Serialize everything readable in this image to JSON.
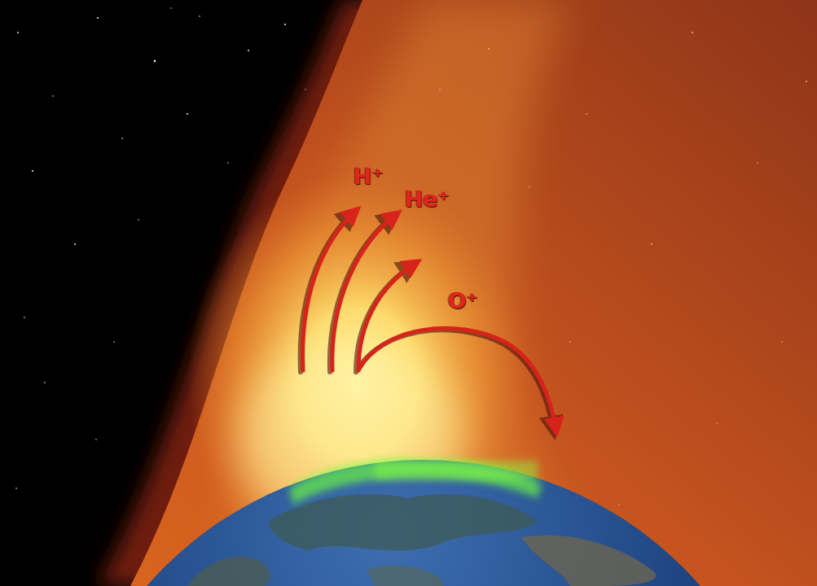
{
  "diagram": {
    "labels": [
      "H⁺",
      "He⁺",
      "O⁺"
    ]
  }
}
